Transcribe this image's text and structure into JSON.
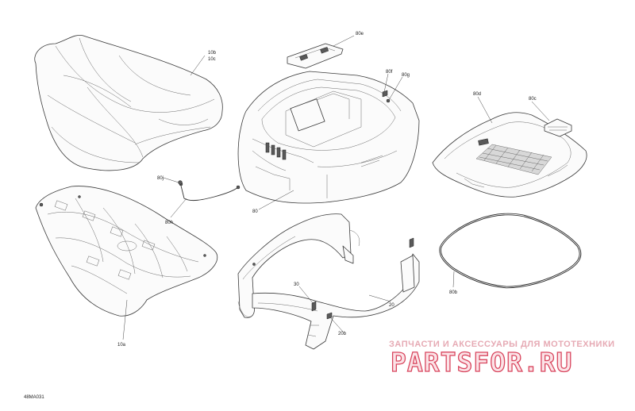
{
  "diagram": {
    "reference_code": "48MA031",
    "callouts": [
      {
        "id": "c-10b",
        "label": "10b"
      },
      {
        "id": "c-10c",
        "label": "10c"
      },
      {
        "id": "c-10a",
        "label": "10a"
      },
      {
        "id": "c-80e",
        "label": "80e"
      },
      {
        "id": "c-80f",
        "label": "80f"
      },
      {
        "id": "c-80g",
        "label": "80g"
      },
      {
        "id": "c-80",
        "label": "80"
      },
      {
        "id": "c-80j",
        "label": "80j"
      },
      {
        "id": "c-80h",
        "label": "80h"
      },
      {
        "id": "c-80d",
        "label": "80d"
      },
      {
        "id": "c-80c",
        "label": "80c"
      },
      {
        "id": "c-80b",
        "label": "80b"
      },
      {
        "id": "c-30",
        "label": "30"
      },
      {
        "id": "c-20",
        "label": "20"
      },
      {
        "id": "c-20b",
        "label": "20b"
      }
    ]
  },
  "watermark": {
    "tagline": "ЗАПЧАСТИ И АКСЕССУАРЫ ДЛЯ МОТОТЕХНИКИ",
    "brand": "PARTSFOR.RU",
    "colors": {
      "text": "#d9475f",
      "fill": "#fbe3e7"
    }
  }
}
